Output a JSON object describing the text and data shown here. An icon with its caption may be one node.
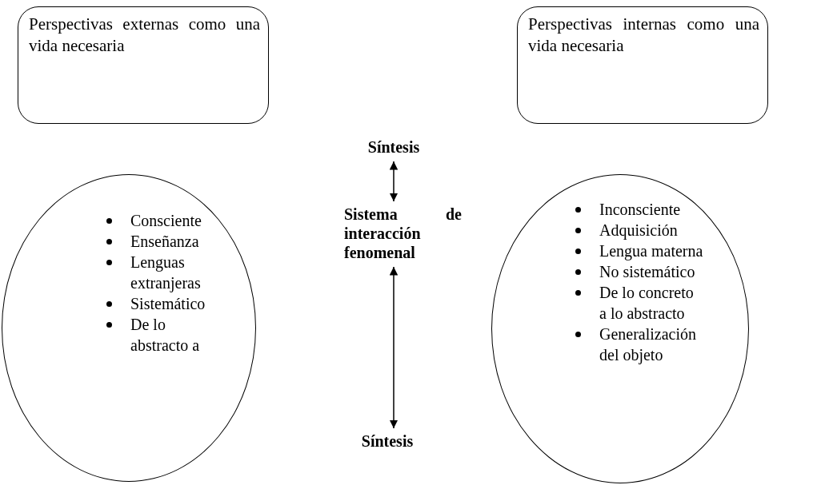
{
  "diagram": {
    "nodes": [
      {
        "text": [
          "Perspectivas externas como una vida necesaria"
        ]
      },
      {
        "text": [
          "Perspectivas internas como una vida necesaria"
        ]
      },
      {
        "text": [
          "Síntesis"
        ]
      },
      {
        "text": [
          "Consciente",
          "Enseñanza",
          "Lenguas extranjeras",
          "Sistemático",
          "De lo abstracto a"
        ]
      },
      {
        "text": [
          "Sistema de interacción fenomenal"
        ]
      },
      {
        "text": [
          "Inconsciente",
          "Adquisición",
          "Lengua materna",
          "No sistemático",
          "De lo concreto a lo abstracto",
          "Generalización del objeto"
        ]
      },
      {
        "text": [
          "Síntesis"
        ]
      }
    ],
    "edges": [
      {
        "from": 2,
        "to": 4,
        "arrow": "both"
      },
      {
        "from": 4,
        "to": 6,
        "arrow": "both"
      }
    ]
  }
}
